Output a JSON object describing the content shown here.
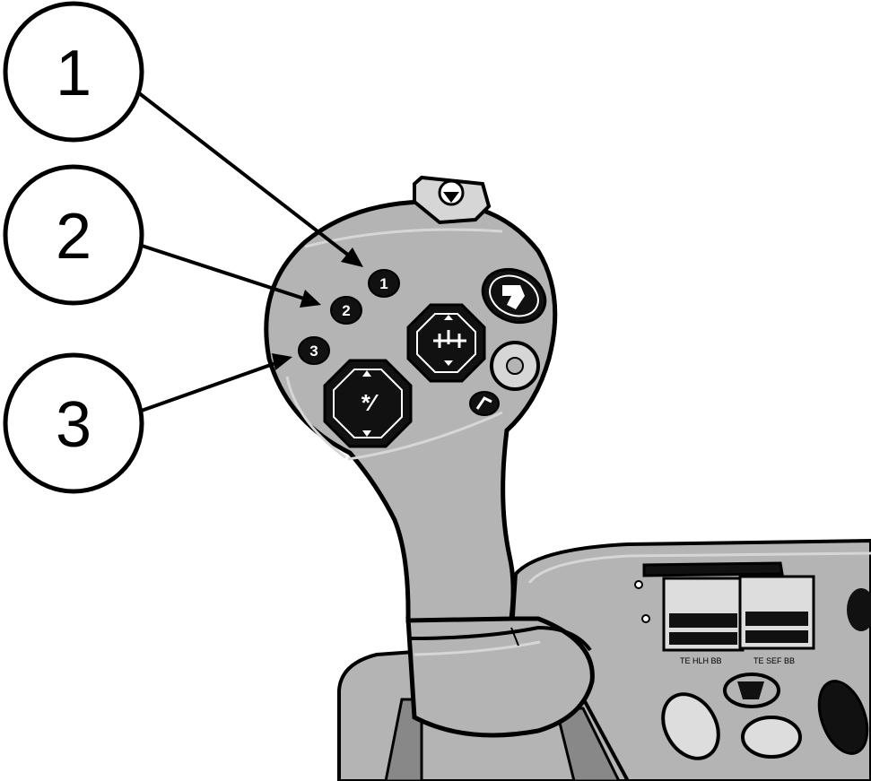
{
  "callouts": [
    {
      "label": "1"
    },
    {
      "label": "2"
    },
    {
      "label": "3"
    }
  ],
  "buttons": [
    {
      "label": "1"
    },
    {
      "label": "2"
    },
    {
      "label": "3"
    }
  ],
  "colors": {
    "body": "#b4b4b4",
    "outline": "#000000",
    "highlight": "#d6d6d6",
    "background": "#ffffff"
  },
  "icons": [
    "hitch-toggle-icon",
    "cruise-control-icon",
    "round-button-icon",
    "reverser-icon",
    "shuttle-button-icon"
  ]
}
